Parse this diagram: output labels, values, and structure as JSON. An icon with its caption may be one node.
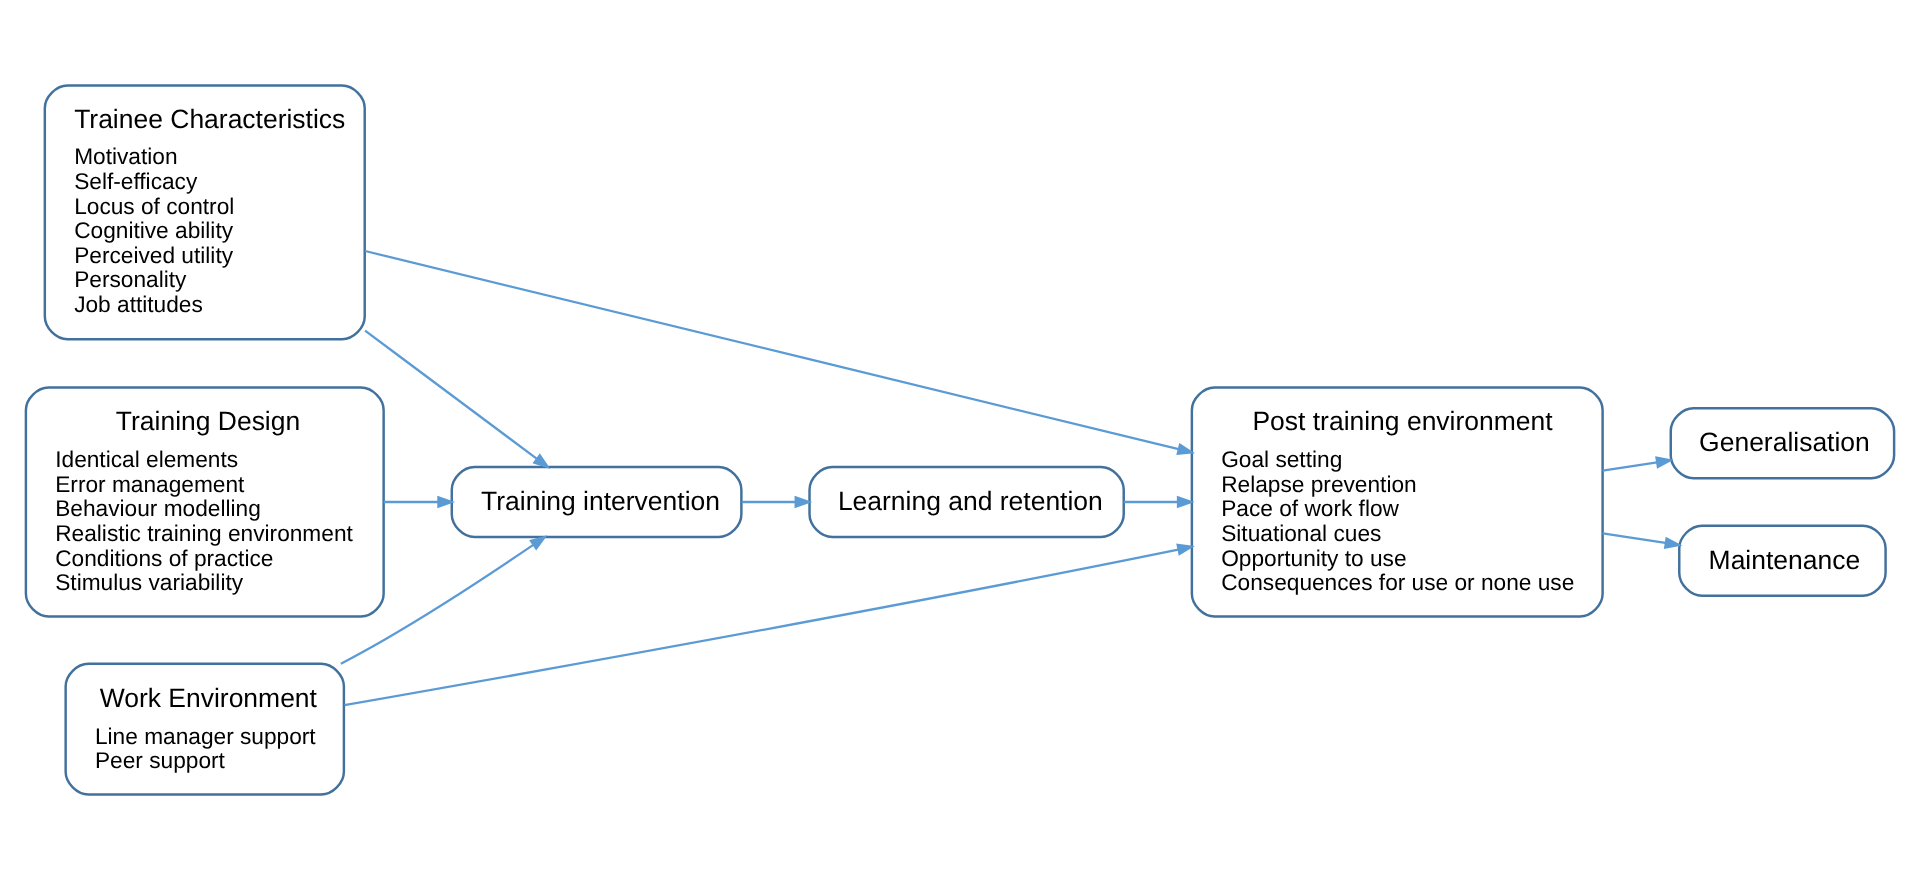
{
  "diagram": {
    "nodes": [
      {
        "text": [
          "Trainee Characteristics",
          "Motivation",
          "Self-efficacy",
          "Locus of control",
          "Cognitive ability",
          "Perceived utility",
          "Personality",
          "Job attitudes"
        ]
      },
      {
        "text": [
          "Training Design",
          "Identical elements",
          "Error management",
          "Behaviour modelling",
          "Realistic training environment",
          "Conditions of practice",
          "Stimulus variability"
        ]
      },
      {
        "text": [
          "Training intervention"
        ]
      },
      {
        "text": [
          "Learning and retention"
        ]
      },
      {
        "text": [
          "Post training environment",
          "Goal setting",
          "Relapse prevention",
          "Pace of work flow",
          "Situational cues",
          "Opportunity to use",
          "Consequences for use or none use"
        ]
      },
      {
        "text": [
          "Generalisation"
        ]
      },
      {
        "text": [
          "Maintenance"
        ]
      },
      {
        "text": [
          "Work Environment",
          "Line manager support",
          "Peer support"
        ]
      }
    ],
    "edges": [
      {
        "from": 0,
        "to": 4,
        "arrow": "to"
      },
      {
        "from": 0,
        "to": 2,
        "arrow": "to"
      },
      {
        "from": 1,
        "to": 2,
        "arrow": "to"
      },
      {
        "from": 2,
        "to": 3,
        "arrow": "to"
      },
      {
        "from": 3,
        "to": 4,
        "arrow": "to"
      },
      {
        "from": 4,
        "to": 5,
        "arrow": "to"
      },
      {
        "from": 4,
        "to": 6,
        "arrow": "to"
      },
      {
        "from": 7,
        "to": 2,
        "arrow": "to"
      },
      {
        "from": 7,
        "to": 4,
        "arrow": "to"
      }
    ]
  }
}
